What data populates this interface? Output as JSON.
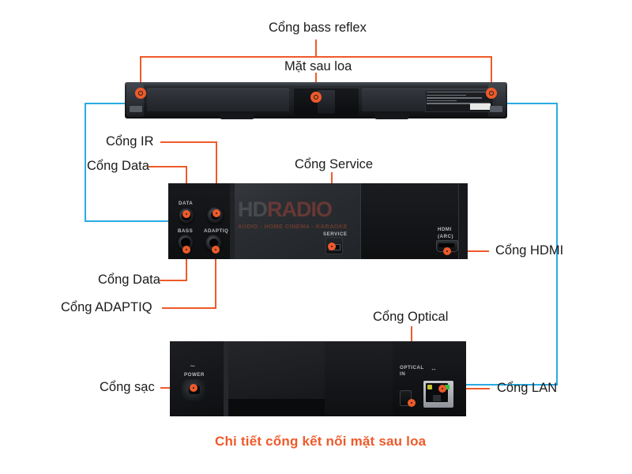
{
  "figure": {
    "caption": "Chi tiết cổng kết nối mặt sau loa",
    "accent_orange": "#ef5a2a",
    "accent_blue": "#29abe2",
    "background": "#ffffff"
  },
  "labels": {
    "bass_reflex": "Cổng bass reflex",
    "rear_panel": "Mặt sau loa",
    "ir": "Cổng IR",
    "data_top": "Cổng Data",
    "data_bottom": "Cổng Data",
    "adaptiq": "Cổng ADAPTIQ",
    "service": "Cổng Service",
    "hdmi": "Cổng HDMI",
    "optical": "Cổng Optical",
    "lan": "Cổng LAN",
    "power": "Cổng sạc"
  },
  "device_markings": {
    "data": "DATA",
    "bass": "BASS",
    "adaptiq": "ADAPTIQ",
    "service": "SERVICE",
    "hdmi": "HDMI",
    "hdmi_arc": "(ARC)",
    "power": "POWER",
    "power_symbol": "∼",
    "optical": "OPTICAL",
    "optical_in": "IN",
    "lan_symbol": "↔"
  },
  "watermark": {
    "brand_hd": "HD",
    "brand_radio": "RADIO",
    "tagline": "AUDIO - HOME CINEMA - KARAOKE"
  }
}
